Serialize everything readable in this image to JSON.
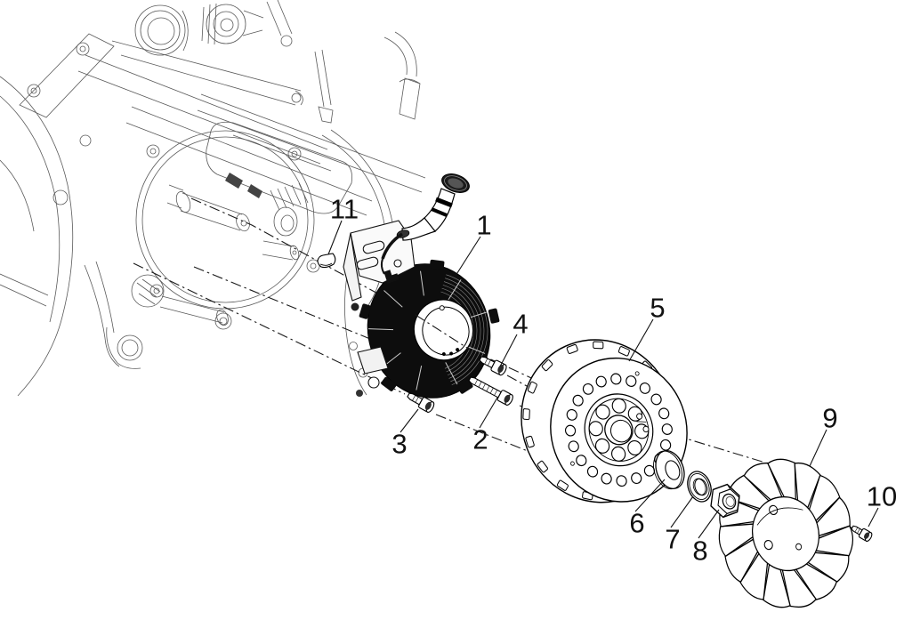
{
  "colors": {
    "background": "#ffffff",
    "part_line": "#000000",
    "engine_line": "#5a5a5a"
  },
  "callouts": [
    {
      "label": "1"
    },
    {
      "label": "2"
    },
    {
      "label": "3"
    },
    {
      "label": "4"
    },
    {
      "label": "5"
    },
    {
      "label": "6"
    },
    {
      "label": "7"
    },
    {
      "label": "8"
    },
    {
      "label": "9"
    },
    {
      "label": "10"
    },
    {
      "label": "11"
    }
  ]
}
